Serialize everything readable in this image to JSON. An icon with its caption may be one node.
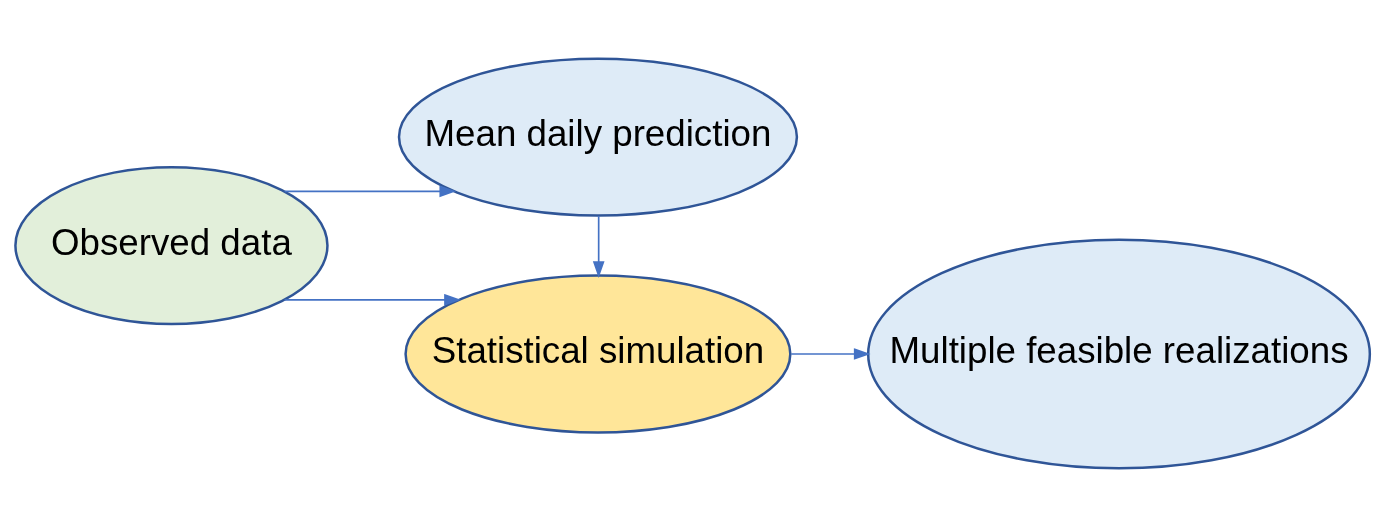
{
  "diagram": {
    "nodes": [
      {
        "text": [
          "Observed data"
        ]
      },
      {
        "text": [
          "Mean daily prediction"
        ]
      },
      {
        "text": [
          "Statistical simulation"
        ]
      },
      {
        "text": [
          "Multiple feasible realizations"
        ]
      }
    ],
    "edges": [
      {
        "from": 0,
        "to": 1,
        "arrow": "to"
      },
      {
        "from": 1,
        "to": 2,
        "arrow": "to"
      },
      {
        "from": 0,
        "to": 2,
        "arrow": "to"
      },
      {
        "from": 2,
        "to": 3,
        "arrow": "to"
      }
    ]
  }
}
